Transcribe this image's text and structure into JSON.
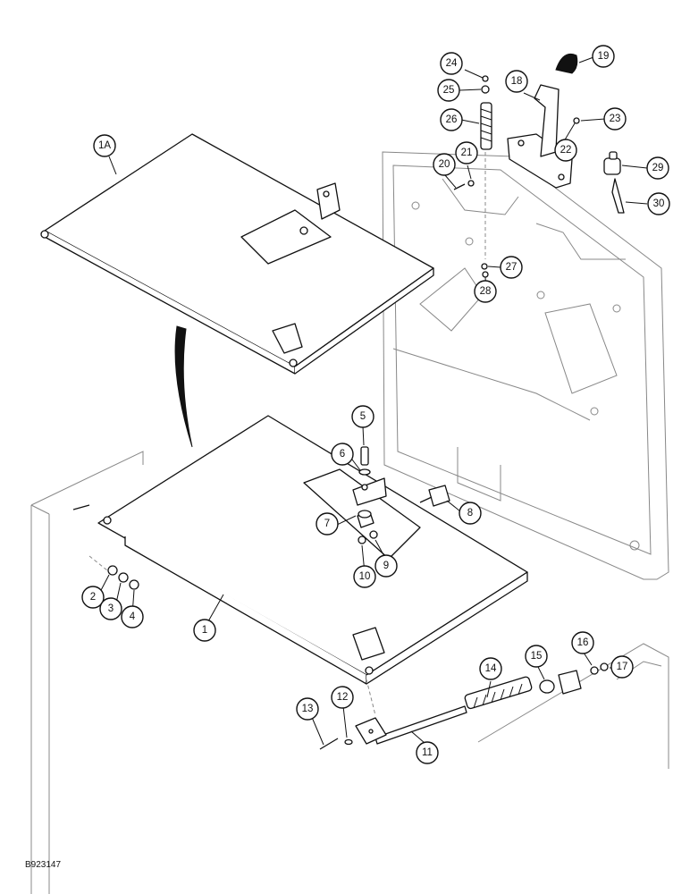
{
  "figure_code": "B923147",
  "callouts": [
    {
      "id": "c1A",
      "label": "1A"
    },
    {
      "id": "c1",
      "label": "1"
    },
    {
      "id": "c2",
      "label": "2"
    },
    {
      "id": "c3",
      "label": "3"
    },
    {
      "id": "c4",
      "label": "4"
    },
    {
      "id": "c5",
      "label": "5"
    },
    {
      "id": "c6",
      "label": "6"
    },
    {
      "id": "c7",
      "label": "7"
    },
    {
      "id": "c8",
      "label": "8"
    },
    {
      "id": "c9",
      "label": "9"
    },
    {
      "id": "c10",
      "label": "10"
    },
    {
      "id": "c11",
      "label": "11"
    },
    {
      "id": "c12",
      "label": "12"
    },
    {
      "id": "c13",
      "label": "13"
    },
    {
      "id": "c14",
      "label": "14"
    },
    {
      "id": "c15",
      "label": "15"
    },
    {
      "id": "c16",
      "label": "16"
    },
    {
      "id": "c17",
      "label": "17"
    },
    {
      "id": "c18",
      "label": "18"
    },
    {
      "id": "c19",
      "label": "19"
    },
    {
      "id": "c20",
      "label": "20"
    },
    {
      "id": "c21",
      "label": "21"
    },
    {
      "id": "c22",
      "label": "22"
    },
    {
      "id": "c23",
      "label": "23"
    },
    {
      "id": "c24",
      "label": "24"
    },
    {
      "id": "c25",
      "label": "25"
    },
    {
      "id": "c26",
      "label": "26"
    },
    {
      "id": "c27",
      "label": "27"
    },
    {
      "id": "c28",
      "label": "28"
    },
    {
      "id": "c29",
      "label": "29"
    },
    {
      "id": "c30",
      "label": "30"
    }
  ]
}
